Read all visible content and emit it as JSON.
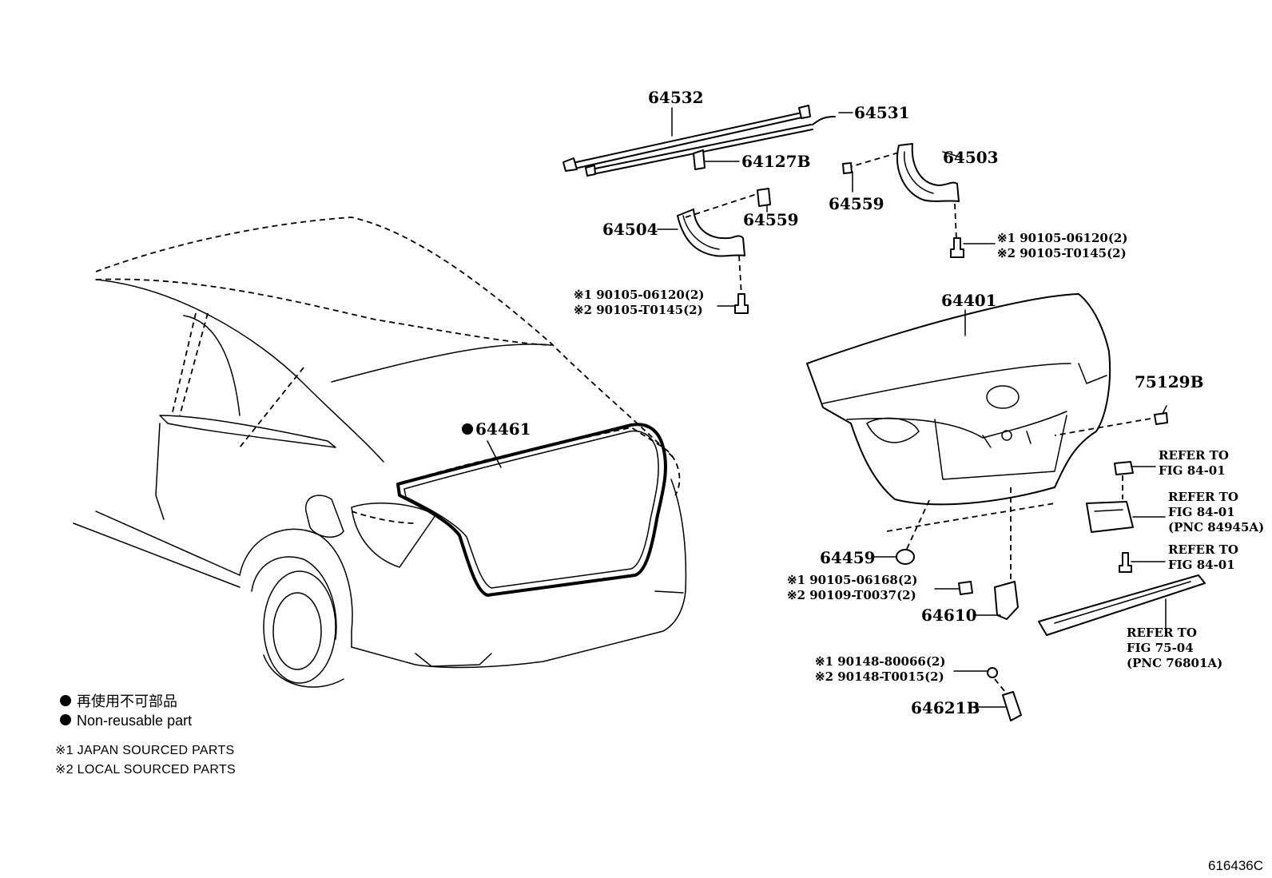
{
  "parts": {
    "p64532": "64532",
    "p64531": "64531",
    "p64127B": "64127B",
    "p64503": "64503",
    "p64559a": "64559",
    "p64559b": "64559",
    "p64504": "64504",
    "p64401": "64401",
    "p75129B": "75129B",
    "p64461": "64461",
    "p64459": "64459",
    "p64610": "64610",
    "p64621B": "64621B"
  },
  "bolts": {
    "right_top": [
      "※1 90105-06120(2)",
      "※2 90105-T0145(2)"
    ],
    "left_mid": [
      "※1 90105-06120(2)",
      "※2 90105-T0145(2)"
    ],
    "lock": [
      "※1 90105-06168(2)",
      "※2 90109-T0037(2)"
    ],
    "striker": [
      "※1 90148-80066(2)",
      "※2 90148-T0015(2)"
    ]
  },
  "refers": {
    "r1": [
      "REFER TO",
      "FIG 84-01"
    ],
    "r2": [
      "REFER TO",
      "FIG 84-01",
      "(PNC 84945A)"
    ],
    "r3": [
      "REFER TO",
      "FIG 84-01"
    ],
    "r4": [
      "REFER TO",
      "FIG 75-04",
      "(PNC 76801A)"
    ]
  },
  "legend": {
    "jp": "再使用不可部品",
    "en": "Non-reusable part",
    "note1": "※1 JAPAN SOURCED PARTS",
    "note2": "※2 LOCAL SOURCED PARTS"
  },
  "figure_code": "616436C"
}
